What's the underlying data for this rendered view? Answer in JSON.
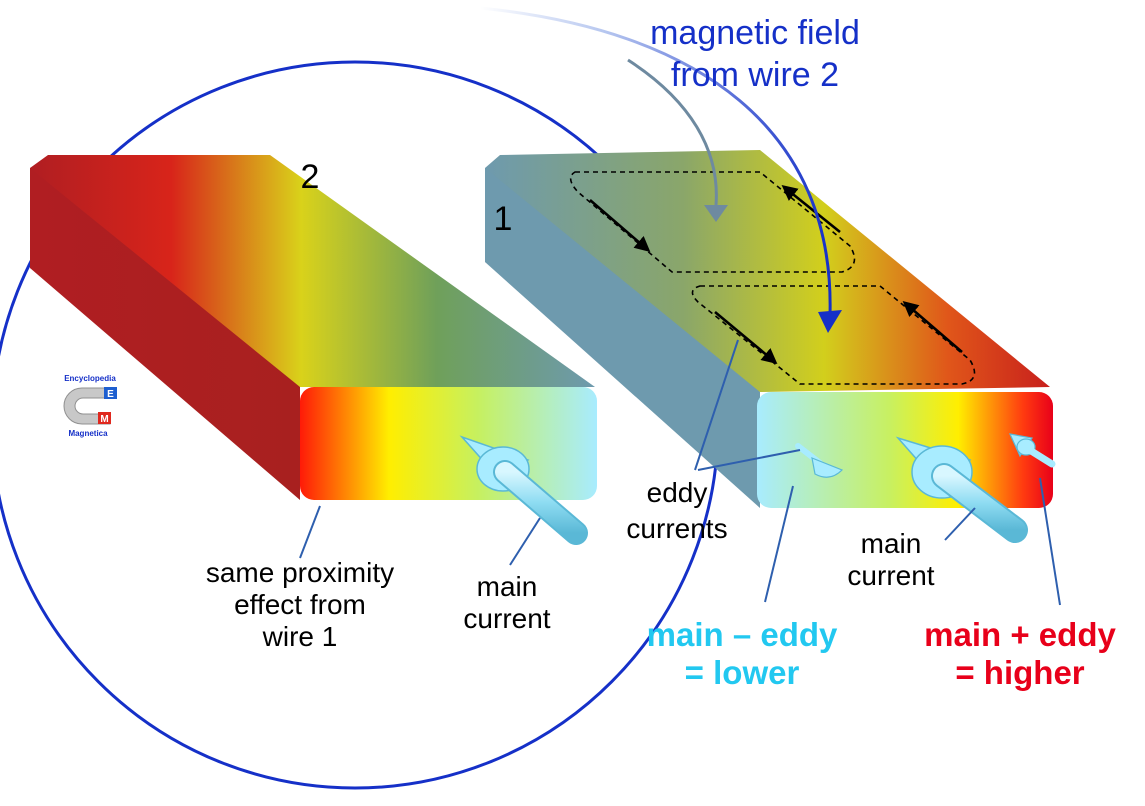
{
  "title": {
    "line1": "magnetic field",
    "line2": "from wire 2"
  },
  "wires": {
    "wire1_label": "1",
    "wire2_label": "2"
  },
  "labels": {
    "eddy_line1": "eddy",
    "eddy_line2": "currents",
    "main_current_wire1_line1": "main",
    "main_current_wire1_line2": "current",
    "main_current_wire2_line1": "main",
    "main_current_wire2_line2": "current",
    "proximity_line1": "same proximity",
    "proximity_line2": "effect from",
    "proximity_line3": "wire 1",
    "lower_line1": "main – eddy",
    "lower_line2": "= lower",
    "higher_line1": "main + eddy",
    "higher_line2": "= higher"
  },
  "logo": {
    "top_text": "Encyclopedia",
    "letter_e": "E",
    "letter_m": "M",
    "bottom_text": "Magnetica"
  },
  "colors": {
    "field_blue": "#1530c8",
    "lower_cyan": "#22c8f0",
    "higher_red": "#e8001a",
    "current_cyan": "#a8ecff",
    "wire_steel": "#6e9aae"
  }
}
